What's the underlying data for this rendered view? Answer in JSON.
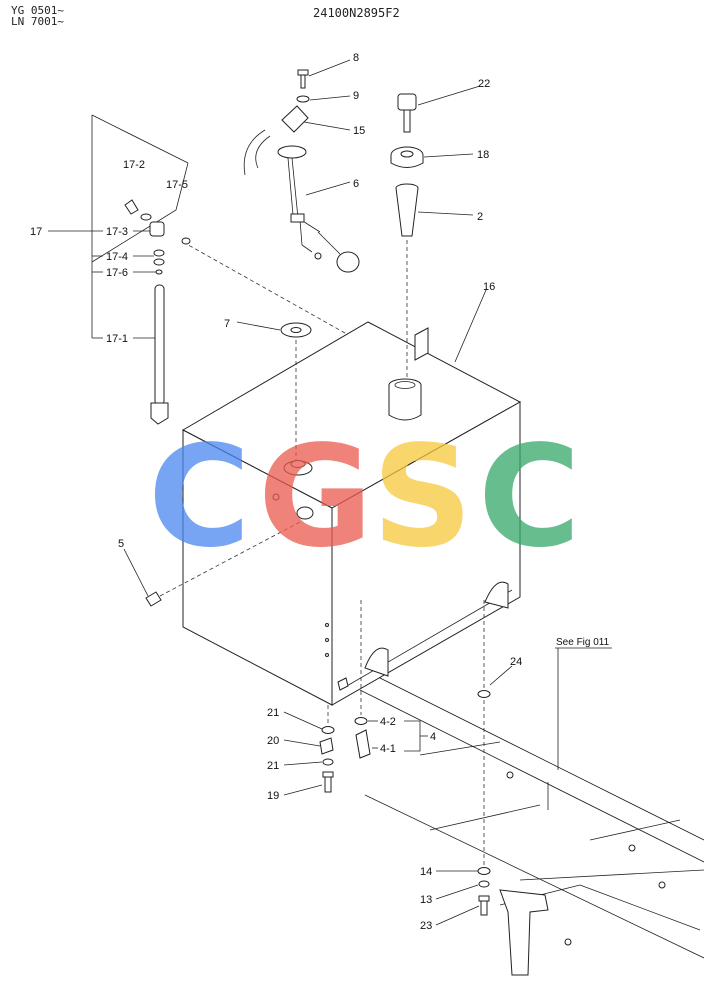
{
  "header": {
    "model_line_1": "YG 0501~",
    "model_line_2": "LN 7001~",
    "drawing_number": "24100N2895F2"
  },
  "watermark": {
    "letters": [
      "C",
      "G",
      "S",
      "C"
    ],
    "colors": [
      "#4a86f0",
      "#ea5a4e",
      "#f6c93c",
      "#36a86a"
    ]
  },
  "reference": {
    "see_fig": "See Fig 011"
  },
  "callouts": [
    "8",
    "9",
    "22",
    "15",
    "18",
    "6",
    "2",
    "16",
    "17-2",
    "17-5",
    "17",
    "17-3",
    "17-4",
    "17-6",
    "7",
    "17-1",
    "5",
    "24",
    "21",
    "4-2",
    "4",
    "20",
    "4-1",
    "21",
    "19",
    "14",
    "13",
    "23"
  ]
}
